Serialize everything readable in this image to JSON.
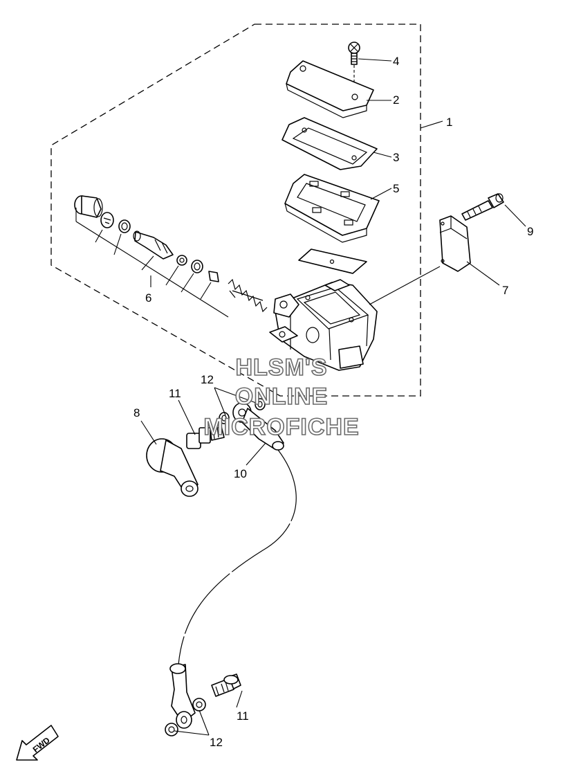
{
  "diagram": {
    "callouts": {
      "p1": "1",
      "p2": "2",
      "p3": "3",
      "p4": "4",
      "p5": "5",
      "p6": "6",
      "p7": "7",
      "p8": "8",
      "p9": "9",
      "p10": "10",
      "p11a": "11",
      "p11b": "11",
      "p12a": "12",
      "p12b": "12"
    },
    "watermark": {
      "line1": "HLSM'S",
      "line2": "ONLINE",
      "line3": "MICROFICHE"
    },
    "fwd_label": "FWD"
  }
}
